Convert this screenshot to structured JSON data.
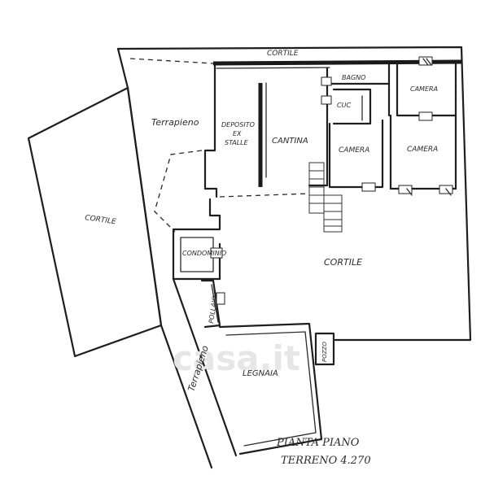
{
  "labels": {
    "cortile_top": "CORTILE",
    "cortile_left": "CORTILE",
    "cortile_main": "CORTILE",
    "terrapieno_top": "Terrapieno",
    "terrapieno_side": "Terrapieno",
    "deposito_1": "DEPOSITO",
    "deposito_2": "EX",
    "deposito_3": "STALLE",
    "cantina": "CANTINA",
    "bagno": "BAGNO",
    "cuc": "CUC",
    "camera_top": "CAMERA",
    "camera_mid": "CAMERA",
    "camera_right": "CAMERA",
    "condomini": "CONDOMINIO",
    "pollaio": "POLLAIO",
    "legnaia": "LEGNAIA",
    "pozzo": "POZZO"
  },
  "title": {
    "line1": "PIANTA PIANO",
    "line2": "TERRENO 4.270"
  },
  "watermark": "casa.it",
  "colors": {
    "ink": "#1e1e1e",
    "paper": "#ffffff",
    "watermark": "#e6e6e6"
  }
}
